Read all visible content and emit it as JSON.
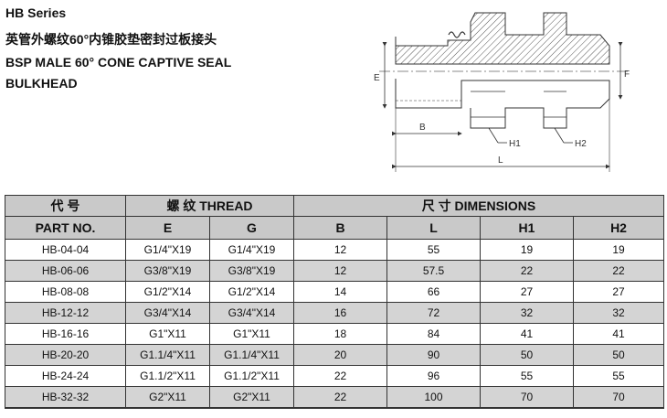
{
  "title": {
    "series": "HB Series",
    "chinese": "英管外螺纹60°内锥胶垫密封过板接头",
    "english": "BSP MALE 60° CONE CAPTIVE SEAL BULKHEAD"
  },
  "drawing": {
    "labels": {
      "e": "E",
      "f": "F",
      "b": "B",
      "l": "L",
      "h1": "H1",
      "h2": "H2"
    }
  },
  "table": {
    "headers": {
      "code_cn": "代 号",
      "part_no": "PART NO.",
      "thread": "螺 纹  THREAD",
      "dimensions": "尺 寸  DIMENSIONS",
      "e": "E",
      "g": "G",
      "b": "B",
      "l": "L",
      "h1": "H1",
      "h2": "H2"
    },
    "rows": [
      {
        "part": "HB-04-04",
        "e": "G1/4\"X19",
        "g": "G1/4\"X19",
        "b": "12",
        "l": "55",
        "h1": "19",
        "h2": "19"
      },
      {
        "part": "HB-06-06",
        "e": "G3/8\"X19",
        "g": "G3/8\"X19",
        "b": "12",
        "l": "57.5",
        "h1": "22",
        "h2": "22"
      },
      {
        "part": "HB-08-08",
        "e": "G1/2\"X14",
        "g": "G1/2\"X14",
        "b": "14",
        "l": "66",
        "h1": "27",
        "h2": "27"
      },
      {
        "part": "HB-12-12",
        "e": "G3/4\"X14",
        "g": "G3/4\"X14",
        "b": "16",
        "l": "72",
        "h1": "32",
        "h2": "32"
      },
      {
        "part": "HB-16-16",
        "e": "G1\"X11",
        "g": "G1\"X11",
        "b": "18",
        "l": "84",
        "h1": "41",
        "h2": "41"
      },
      {
        "part": "HB-20-20",
        "e": "G1.1/4\"X11",
        "g": "G1.1/4\"X11",
        "b": "20",
        "l": "90",
        "h1": "50",
        "h2": "50"
      },
      {
        "part": "HB-24-24",
        "e": "G1.1/2\"X11",
        "g": "G1.1/2\"X11",
        "b": "22",
        "l": "96",
        "h1": "55",
        "h2": "55"
      },
      {
        "part": "HB-32-32",
        "e": "G2\"X11",
        "g": "G2\"X11",
        "b": "22",
        "l": "100",
        "h1": "70",
        "h2": "70"
      }
    ]
  }
}
